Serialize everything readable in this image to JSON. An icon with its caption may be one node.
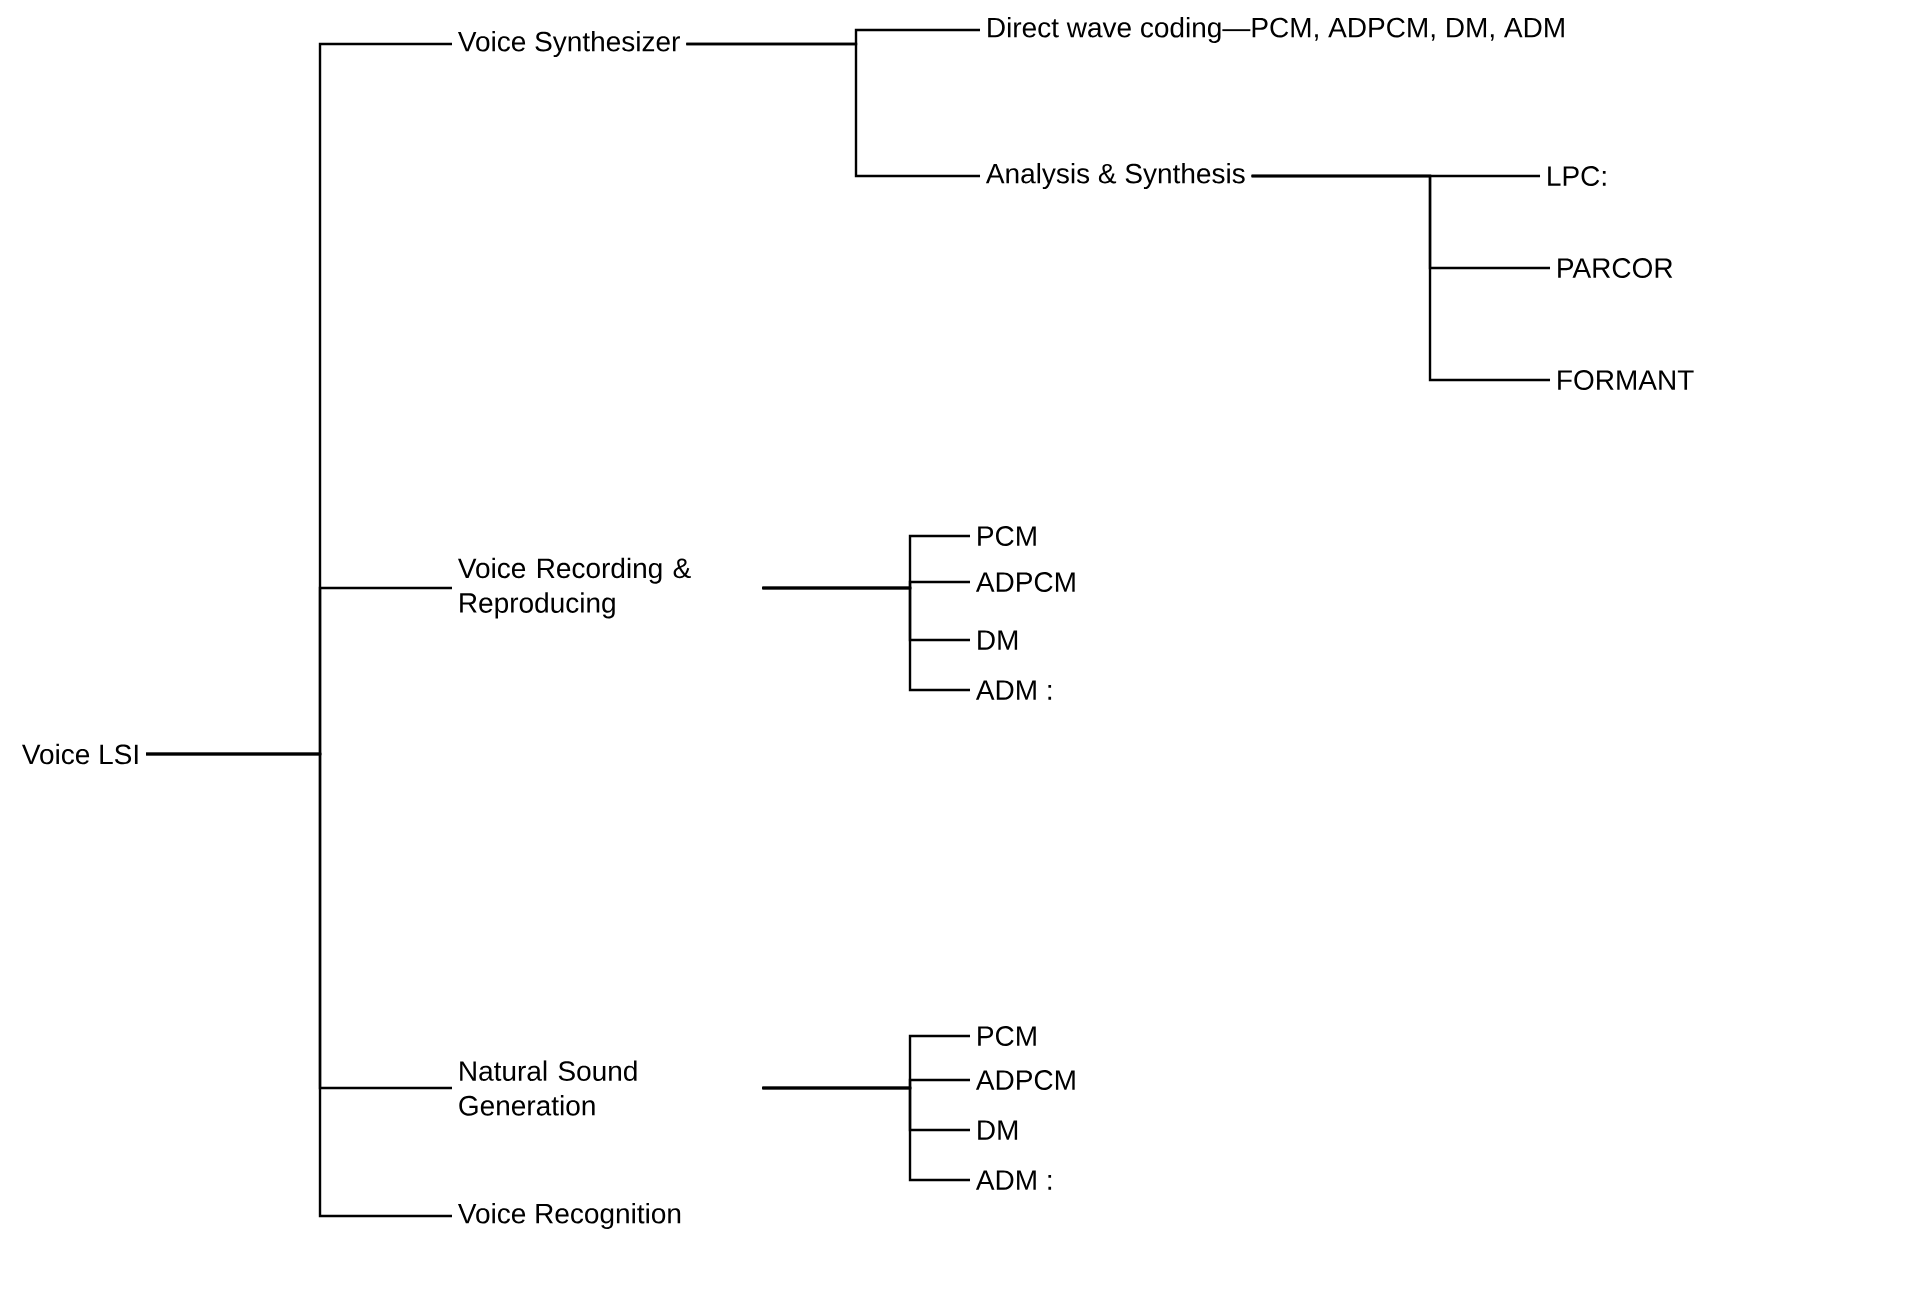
{
  "diagram": {
    "nodes": [
      {
        "text": [
          "Voice LSI"
        ]
      },
      {
        "text": [
          "Voice Synthesizer"
        ]
      },
      {
        "text": [
          "Direct wave coding—PCM, ADPCM, DM, ADM"
        ]
      },
      {
        "text": [
          "Analysis & Synthesis"
        ]
      },
      {
        "text": [
          "LPC:"
        ]
      },
      {
        "text": [
          "PARCOR"
        ]
      },
      {
        "text": [
          "FORMANT"
        ]
      },
      {
        "text": [
          "Voice Recording & Reproducing"
        ]
      },
      {
        "text": [
          "PCM"
        ]
      },
      {
        "text": [
          "ADPCM"
        ]
      },
      {
        "text": [
          "DM"
        ]
      },
      {
        "text": [
          "ADM :"
        ]
      },
      {
        "text": [
          "Natural Sound Generation"
        ]
      },
      {
        "text": [
          "PCM"
        ]
      },
      {
        "text": [
          "ADPCM"
        ]
      },
      {
        "text": [
          "DM"
        ]
      },
      {
        "text": [
          "ADM :"
        ]
      },
      {
        "text": [
          "Voice Recognition"
        ]
      }
    ],
    "edges": [
      {
        "from": 0,
        "to": 1,
        "arrow": "none"
      },
      {
        "from": 0,
        "to": 7,
        "arrow": "none"
      },
      {
        "from": 0,
        "to": 12,
        "arrow": "none"
      },
      {
        "from": 0,
        "to": 17,
        "arrow": "none"
      },
      {
        "from": 1,
        "to": 2,
        "arrow": "none"
      },
      {
        "from": 1,
        "to": 3,
        "arrow": "none"
      },
      {
        "from": 3,
        "to": 4,
        "arrow": "none"
      },
      {
        "from": 3,
        "to": 5,
        "arrow": "none"
      },
      {
        "from": 3,
        "to": 6,
        "arrow": "none"
      },
      {
        "from": 7,
        "to": 8,
        "arrow": "none"
      },
      {
        "from": 7,
        "to": 9,
        "arrow": "none"
      },
      {
        "from": 7,
        "to": 10,
        "arrow": "none"
      },
      {
        "from": 7,
        "to": 11,
        "arrow": "none"
      },
      {
        "from": 12,
        "to": 13,
        "arrow": "none"
      },
      {
        "from": 12,
        "to": 14,
        "arrow": "none"
      },
      {
        "from": 12,
        "to": 15,
        "arrow": "none"
      },
      {
        "from": 12,
        "to": 16,
        "arrow": "none"
      }
    ]
  }
}
